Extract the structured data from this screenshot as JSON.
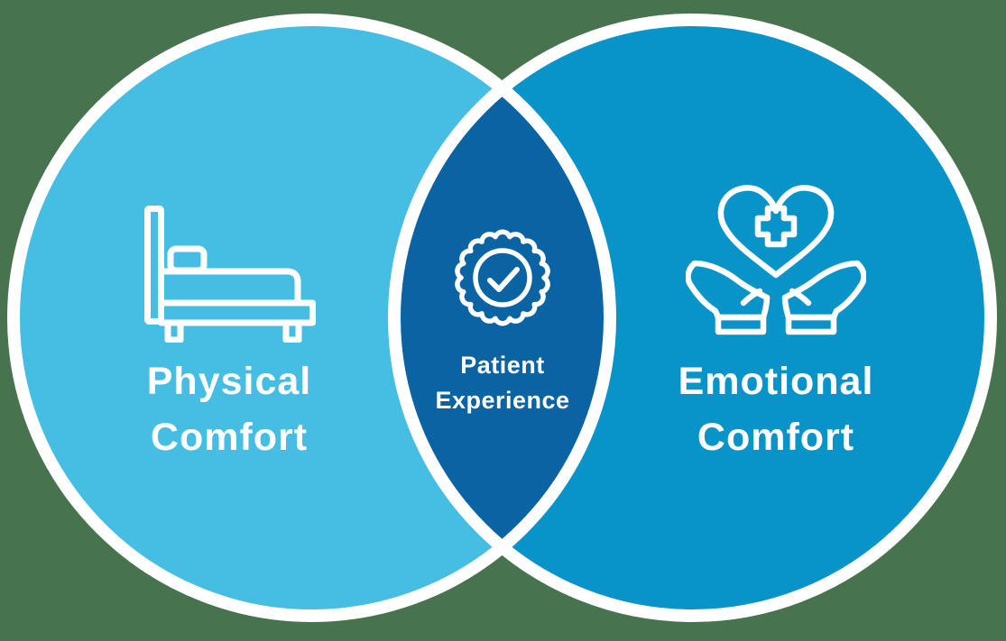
{
  "diagram": {
    "type": "venn-2-circle",
    "left": {
      "label_lines": [
        "Physical",
        "Comfort"
      ],
      "icon": "bed-icon"
    },
    "overlap": {
      "label_lines": [
        "Patient",
        "Experience"
      ],
      "icon": "verified-check-badge-icon"
    },
    "right": {
      "label_lines": [
        "Emotional",
        "Comfort"
      ],
      "icon": "hands-holding-medical-heart-icon"
    }
  },
  "colors": {
    "background": "#48734F",
    "left_circle": "#46BDE2",
    "right_circle": "#0894C9",
    "overlap": "#0A64A4",
    "circle_ring": "#FFFFFF",
    "icon_stroke": "#FFFFFF",
    "text": "#FFFFFF"
  }
}
